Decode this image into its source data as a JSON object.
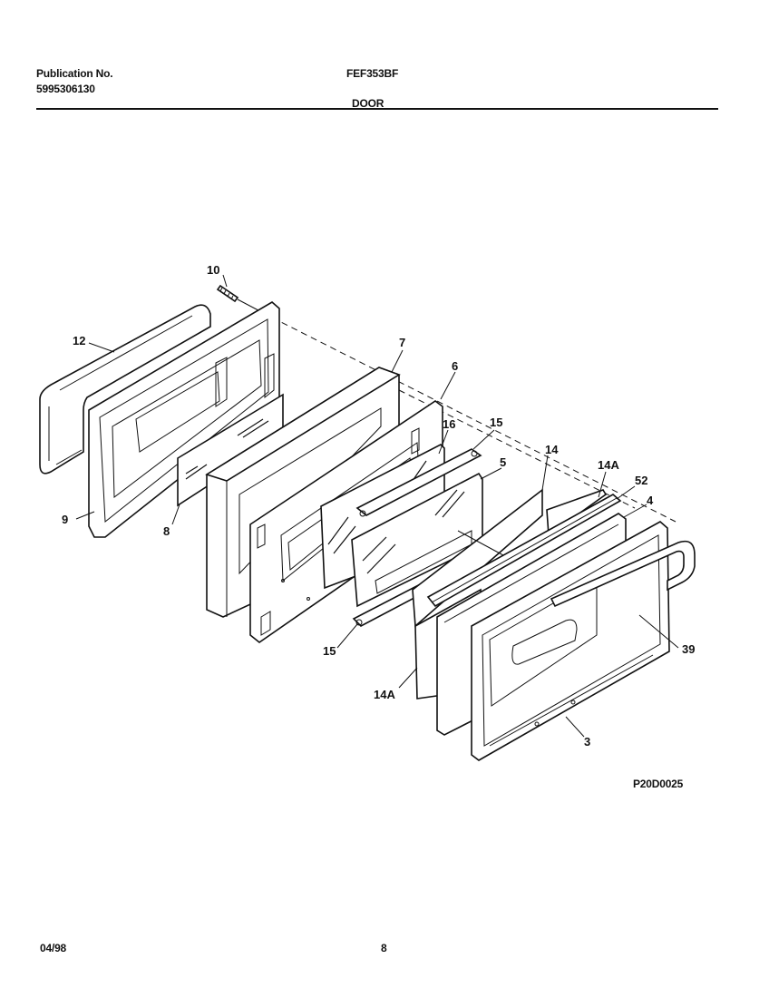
{
  "header": {
    "publication_label": "Publication No.",
    "publication_number": "5995306130",
    "model": "FEF353BF",
    "section": "DOOR"
  },
  "figure": {
    "id": "P20D0025",
    "callouts": [
      {
        "key": "10",
        "text": "10"
      },
      {
        "key": "12",
        "text": "12"
      },
      {
        "key": "7",
        "text": "7"
      },
      {
        "key": "6",
        "text": "6"
      },
      {
        "key": "16",
        "text": "16"
      },
      {
        "key": "15a",
        "text": "15"
      },
      {
        "key": "5",
        "text": "5"
      },
      {
        "key": "14",
        "text": "14"
      },
      {
        "key": "14Aa",
        "text": "14A"
      },
      {
        "key": "52",
        "text": "52"
      },
      {
        "key": "4",
        "text": "4"
      },
      {
        "key": "9",
        "text": "9"
      },
      {
        "key": "8",
        "text": "8"
      },
      {
        "key": "15b",
        "text": "15"
      },
      {
        "key": "14Ab",
        "text": "14A"
      },
      {
        "key": "39",
        "text": "39"
      },
      {
        "key": "3",
        "text": "3"
      }
    ]
  },
  "footer": {
    "date": "04/98",
    "page": "8"
  }
}
